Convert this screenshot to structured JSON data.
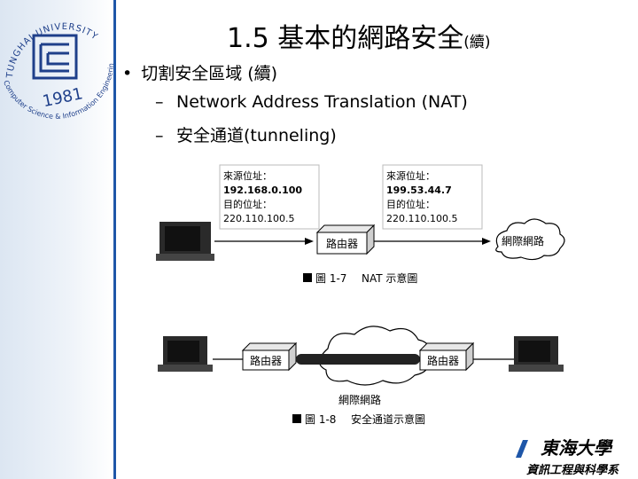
{
  "slide": {
    "title": "1.5 基本的網路安全",
    "title_suffix": "(續)",
    "bullet": "切割安全區域 (續)",
    "subitems": [
      "Network Address Translation (NAT)",
      "安全通道(tunneling)"
    ],
    "bullet_glyph": "•",
    "dash_glyph": "–"
  },
  "logo": {
    "arc_top": "TUNGHAI UNIVERSITY",
    "arc_bottom": "Computer Science & Information Engineering",
    "year": "1981"
  },
  "figure_nat": {
    "src_label1": "來源位址：",
    "src_value1": "192.168.0.100",
    "dst_label1": "目的位址：",
    "dst_value1": "220.110.100.5",
    "src_label2": "來源位址：",
    "src_value2": "199.53.44.7",
    "dst_label2": "目的位址：",
    "dst_value2": "220.110.100.5",
    "router": "路由器",
    "internet": "網際網路",
    "caption_fig": "圖 1-7",
    "caption_text": "NAT 示意圖"
  },
  "figure_tunnel": {
    "router_left": "路由器",
    "router_right": "路由器",
    "internet": "網際網路",
    "caption_fig": "圖 1-8",
    "caption_text": "安全通道示意圖"
  },
  "footer": {
    "university": "東海大學",
    "department": "資訊工程與科學系"
  },
  "colors": {
    "accent": "#1e56a8",
    "logo_text": "#1e3f8a"
  }
}
